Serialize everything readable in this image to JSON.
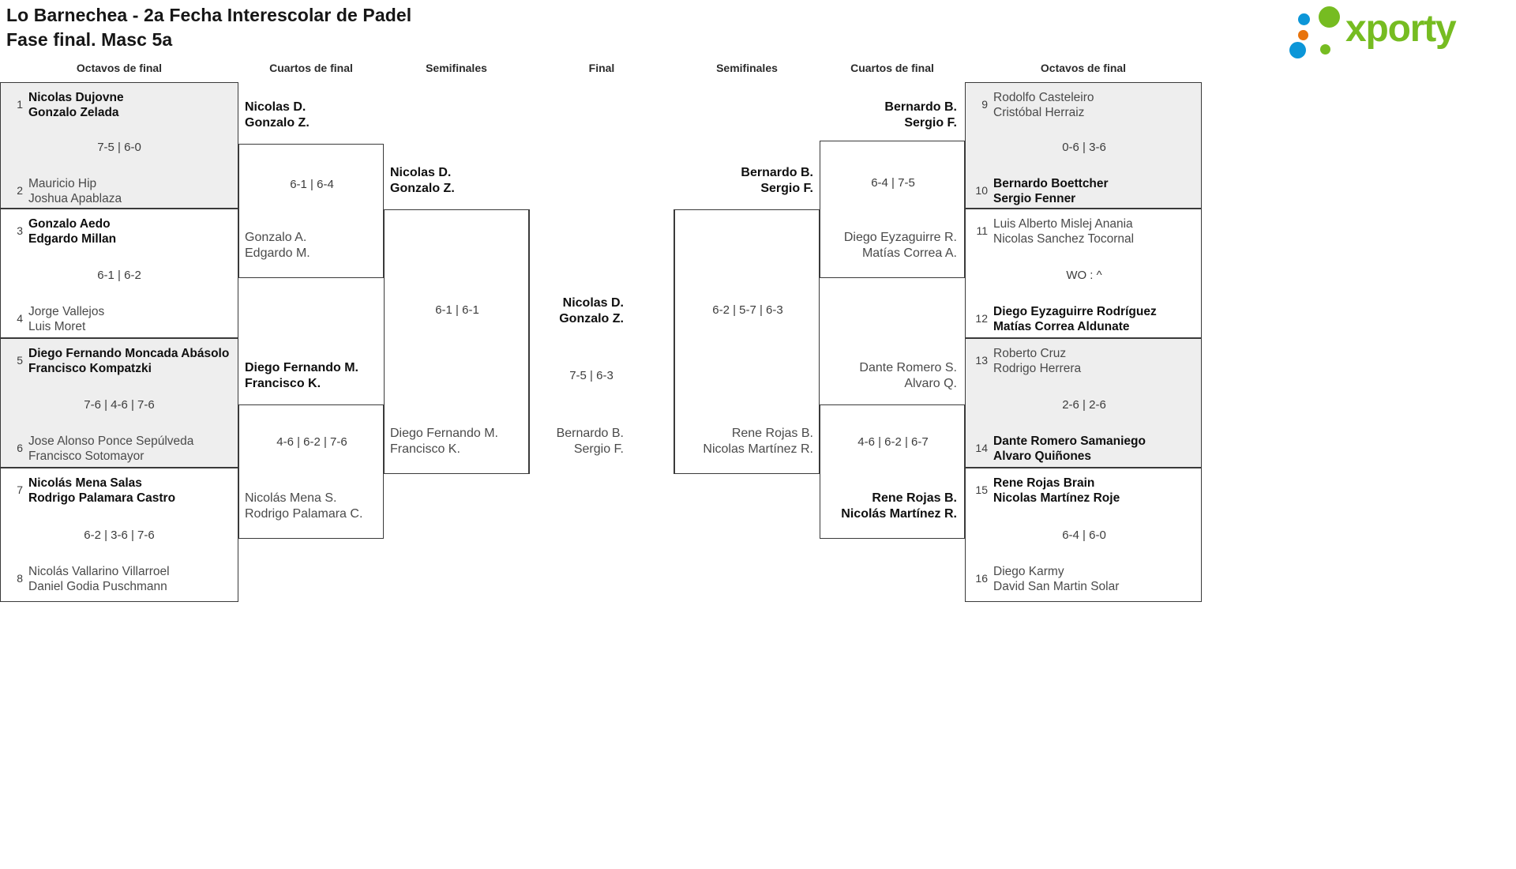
{
  "header": {
    "title_line1": "Lo Barnechea - 2a Fecha Interescolar de Padel",
    "title_line2": "Fase final. Masc 5a",
    "logo_text": "xporty",
    "logo_colors": {
      "green": "#76bc21",
      "blue": "#0c96d8",
      "orange": "#e8730c"
    }
  },
  "round_headers": {
    "left_r16": "Octavos de final",
    "left_qf": "Cuartos de final",
    "left_sf": "Semifinales",
    "final": "Final",
    "right_sf": "Semifinales",
    "right_qf": "Cuartos de final",
    "right_r16": "Octavos de final"
  },
  "left": {
    "r16": [
      {
        "shaded": true,
        "score": "7-5 | 6-0",
        "top": {
          "seed": "1",
          "p1": "Nicolas Dujovne",
          "p2": "Gonzalo Zelada",
          "winner": true
        },
        "bottom": {
          "seed": "2",
          "p1": "Mauricio Hip",
          "p2": "Joshua Apablaza",
          "winner": false
        }
      },
      {
        "shaded": false,
        "score": "6-1 | 6-2",
        "top": {
          "seed": "3",
          "p1": "Gonzalo Aedo",
          "p2": "Edgardo Millan",
          "winner": true
        },
        "bottom": {
          "seed": "4",
          "p1": "Jorge Vallejos",
          "p2": "Luis Moret",
          "winner": false
        }
      },
      {
        "shaded": true,
        "score": "7-6 | 4-6 | 7-6",
        "top": {
          "seed": "5",
          "p1": "Diego Fernando Moncada Abásolo",
          "p2": "Francisco Kompatzki",
          "winner": true
        },
        "bottom": {
          "seed": "6",
          "p1": "Jose Alonso Ponce Sepúlveda",
          "p2": "Francisco Sotomayor",
          "winner": false
        }
      },
      {
        "shaded": false,
        "score": "6-2 | 3-6 | 7-6",
        "top": {
          "seed": "7",
          "p1": "Nicolás Mena Salas",
          "p2": "Rodrigo Palamara Castro",
          "winner": true
        },
        "bottom": {
          "seed": "8",
          "p1": "Nicolás Vallarino Villarroel",
          "p2": "Daniel Godia Puschmann",
          "winner": false
        }
      }
    ],
    "qf": [
      {
        "score": "6-1 | 6-4",
        "top": {
          "p1": "Nicolas D.",
          "p2": "Gonzalo Z.",
          "winner": true
        },
        "bottom": {
          "p1": "Gonzalo A.",
          "p2": "Edgardo M.",
          "winner": false
        }
      },
      {
        "score": "4-6 | 6-2 | 7-6",
        "top": {
          "p1": "Diego Fernando M.",
          "p2": "Francisco K.",
          "winner": true
        },
        "bottom": {
          "p1": "Nicolás Mena S.",
          "p2": "Rodrigo Palamara C.",
          "winner": false
        }
      }
    ],
    "sf": [
      {
        "score": "6-1 | 6-1",
        "top": {
          "p1": "Nicolas D.",
          "p2": "Gonzalo Z.",
          "winner": true
        },
        "bottom": {
          "p1": "Diego Fernando M.",
          "p2": "Francisco K.",
          "winner": false
        }
      }
    ]
  },
  "final": {
    "score": "7-5 | 6-3",
    "top": {
      "p1": "Nicolas D.",
      "p2": "Gonzalo Z.",
      "winner": true
    },
    "bottom": {
      "p1": "Bernardo B.",
      "p2": "Sergio F.",
      "winner": false
    }
  },
  "right": {
    "r16": [
      {
        "shaded": true,
        "score": "0-6 | 3-6",
        "top": {
          "seed": "9",
          "p1": "Rodolfo Casteleiro",
          "p2": "Cristóbal Herraiz",
          "winner": false
        },
        "bottom": {
          "seed": "10",
          "p1": "Bernardo Boettcher",
          "p2": "Sergio Fenner",
          "winner": true
        }
      },
      {
        "shaded": false,
        "score": "WO : ^",
        "top": {
          "seed": "11",
          "p1": "Luis Alberto Mislej Anania",
          "p2": "Nicolas Sanchez Tocornal",
          "winner": false
        },
        "bottom": {
          "seed": "12",
          "p1": "Diego Eyzaguirre Rodríguez",
          "p2": "Matías Correa Aldunate",
          "winner": true
        }
      },
      {
        "shaded": true,
        "score": "2-6 | 2-6",
        "top": {
          "seed": "13",
          "p1": "Roberto Cruz",
          "p2": "Rodrigo Herrera",
          "winner": false
        },
        "bottom": {
          "seed": "14",
          "p1": "Dante Romero Samaniego",
          "p2": "Alvaro Quiñones",
          "winner": true
        }
      },
      {
        "shaded": false,
        "score": "6-4 | 6-0",
        "top": {
          "seed": "15",
          "p1": "Rene Rojas Brain",
          "p2": "Nicolas Martínez Roje",
          "winner": true
        },
        "bottom": {
          "seed": "16",
          "p1": "Diego Karmy",
          "p2": "David San Martin Solar",
          "winner": false
        }
      }
    ],
    "qf": [
      {
        "score": "6-4 | 7-5",
        "top": {
          "p1": "Bernardo B.",
          "p2": "Sergio F.",
          "winner": true
        },
        "bottom": {
          "p1": "Diego Eyzaguirre R.",
          "p2": "Matías Correa A.",
          "winner": false
        }
      },
      {
        "score": "4-6 | 6-2 | 6-7",
        "top": {
          "p1": "Dante Romero S.",
          "p2": "Alvaro Q.",
          "winner": false
        },
        "bottom": {
          "p1": "Rene Rojas B.",
          "p2": "Nicolás Martínez R.",
          "winner": true
        }
      }
    ],
    "sf": [
      {
        "score": "6-2 | 5-7 | 6-3",
        "top": {
          "p1": "Bernardo B.",
          "p2": "Sergio F.",
          "winner": true
        },
        "bottom": {
          "p1": "Rene Rojas B.",
          "p2": "Nicolas Martínez R.",
          "winner": false
        }
      }
    ]
  }
}
